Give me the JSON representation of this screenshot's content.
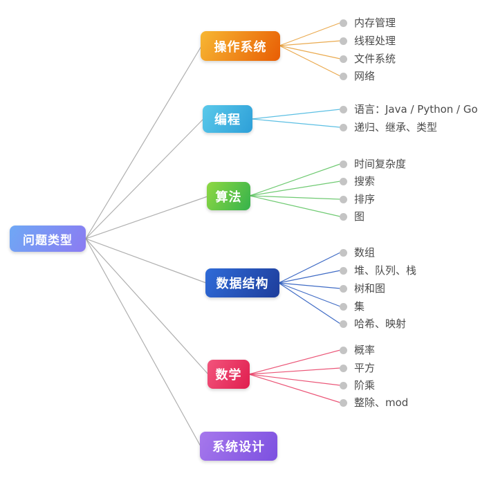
{
  "root": {
    "label": "问题类型",
    "color_from": "#6FA8F5",
    "color_to": "#8B7BF2"
  },
  "branches": [
    {
      "label": "操作系统",
      "color_from": "#F7B733",
      "color_to": "#E85D04",
      "line_color": "#E8A13C",
      "children": [
        "内存管理",
        "线程处理",
        "文件系统",
        "网络"
      ]
    },
    {
      "label": "编程",
      "color_from": "#5BC9EA",
      "color_to": "#2D9FD8",
      "line_color": "#49B8E0",
      "children": [
        "语言：Java / Python / Go",
        "递归、继承、类型"
      ]
    },
    {
      "label": "算法",
      "color_from": "#8FD843",
      "color_to": "#35B24B",
      "line_color": "#5FC463",
      "children": [
        "时间复杂度",
        "搜索",
        "排序",
        "图"
      ]
    },
    {
      "label": "数据结构",
      "color_from": "#2F6BD8",
      "color_to": "#1E3D9B",
      "line_color": "#2A5BBF",
      "children": [
        "数组",
        "堆、队列、栈",
        "树和图",
        "集",
        "哈希、映射"
      ]
    },
    {
      "label": "数学",
      "color_from": "#F2547C",
      "color_to": "#E01E4F",
      "line_color": "#E94368",
      "children": [
        "概率",
        "平方",
        "阶乘",
        "整除、mod"
      ]
    },
    {
      "label": "系统设计",
      "color_from": "#A678EC",
      "color_to": "#7C50E0",
      "line_color": "#9E9E9E",
      "children": []
    }
  ],
  "colors": {
    "root_line": "#A6A6A6",
    "dot": "#C4C4C4",
    "leaf_text": "#4A4A4A",
    "background": "#FFFFFF"
  }
}
